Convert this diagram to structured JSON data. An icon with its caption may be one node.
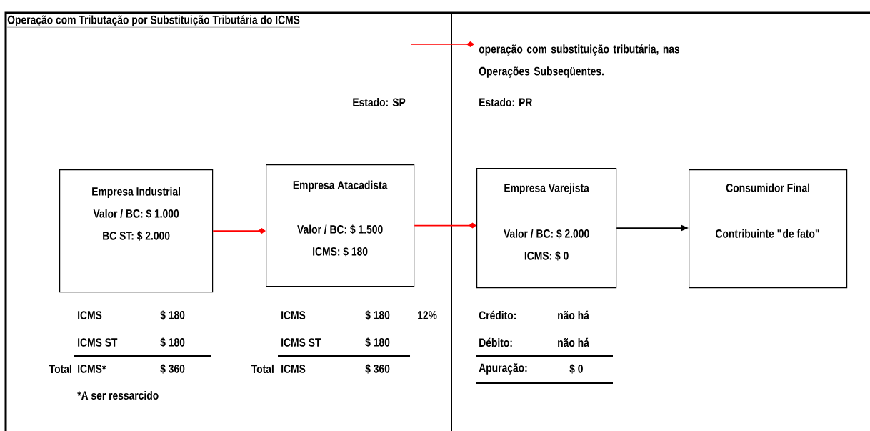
{
  "diagram": {
    "title": "Operação com Tributação por Substituição Tributária do ICMS",
    "nodes": [
      {
        "text": [
          "Empresa Industrial",
          "Valor / BC: $ 1.000 BC ST:  $ 2.000"
        ]
      },
      {
        "text": [
          "Empresa Atacadista",
          "Valor / BC: $ 1.500 ICMS: $ 180"
        ]
      },
      {
        "text": [
          "Empresa Varejista",
          "Valor / BC: $ 2.000 ICMS: $ 0"
        ]
      },
      {
        "text": [
          "Consumidor Final",
          "Contribuinte \"de fato\""
        ]
      }
    ],
    "edges": [
      {
        "from": 0,
        "to": 1,
        "arrow": "other",
        "color": "#ff0000"
      },
      {
        "from": 1,
        "to": 2,
        "arrow": "other",
        "color": "#ff0000"
      },
      {
        "from": 2,
        "to": 3,
        "arrow": "to",
        "color": "#000000"
      }
    ],
    "labels": [
      "Estado: SP",
      "Estado: PR",
      "ICMS",
      "$ 180",
      "ICMS",
      "$ 180",
      "12%",
      "Crédito:",
      "não há",
      "ICMS ST",
      "$ 180",
      "ICMS ST",
      "$ 180",
      "Débito:",
      "não há",
      "Total",
      "ICMS*",
      "$ 360",
      "Total",
      "ICMS",
      "$ 360",
      "Apuração:",
      "$ 0",
      "*A ser ressarcido"
    ],
    "legend": [
      {
        "text": "operação com substituição tributária, nas Operações Subseqüentes."
      }
    ]
  }
}
